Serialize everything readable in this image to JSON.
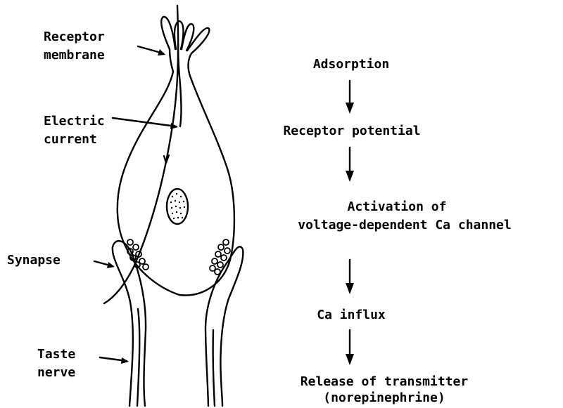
{
  "labels": {
    "receptor_membrane_1": "Receptor",
    "receptor_membrane_2": "membrane",
    "electric_current_1": "Electric",
    "electric_current_2": "current",
    "synapse": "Synapse",
    "taste_nerve_1": "Taste",
    "taste_nerve_2": "nerve"
  },
  "flow": {
    "step1": "Adsorption",
    "step2": "Receptor potential",
    "step3_line1": "Activation of",
    "step3_line2": "voltage-dependent Ca channel",
    "step4": "Ca influx",
    "step5_line1": "Release of transmitter",
    "step5_line2": "(norepinephrine)"
  },
  "colors": {
    "ink": "#000000",
    "background": "#ffffff"
  }
}
